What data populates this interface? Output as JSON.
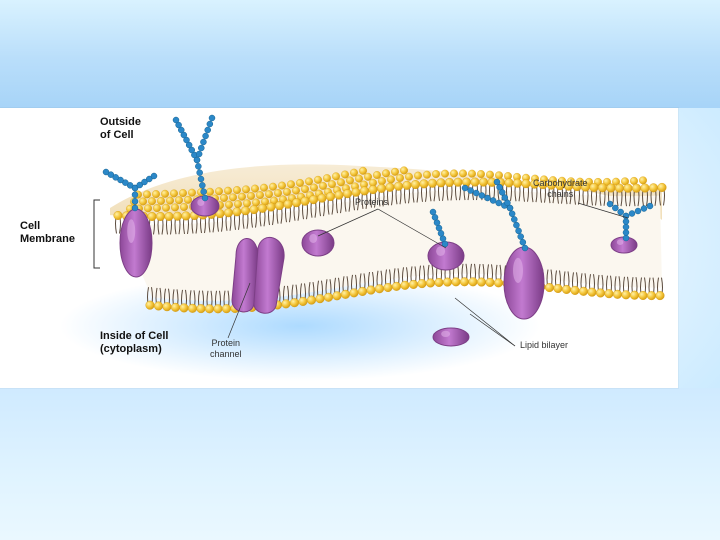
{
  "labels": {
    "outside_line1": "Outside",
    "outside_line2": "of Cell",
    "cell_line1": "Cell",
    "cell_line2": "Membrane",
    "inside_line1": "Inside of Cell",
    "inside_line2": "(cytoplasm)",
    "proteins": "Proteins",
    "carb_line1": "Carbohydrate",
    "carb_line2": "chains",
    "lipid": "Lipid bilayer",
    "channel_line1": "Protein",
    "channel_line2": "channel"
  },
  "colors": {
    "head": "#f4c63a",
    "head_dark": "#d49b12",
    "tail": "#5b4b3e",
    "protein": "#b66ac0",
    "protein_dark": "#7d3f87",
    "carb": "#2b88c8",
    "halo": "#bfe3ff"
  }
}
